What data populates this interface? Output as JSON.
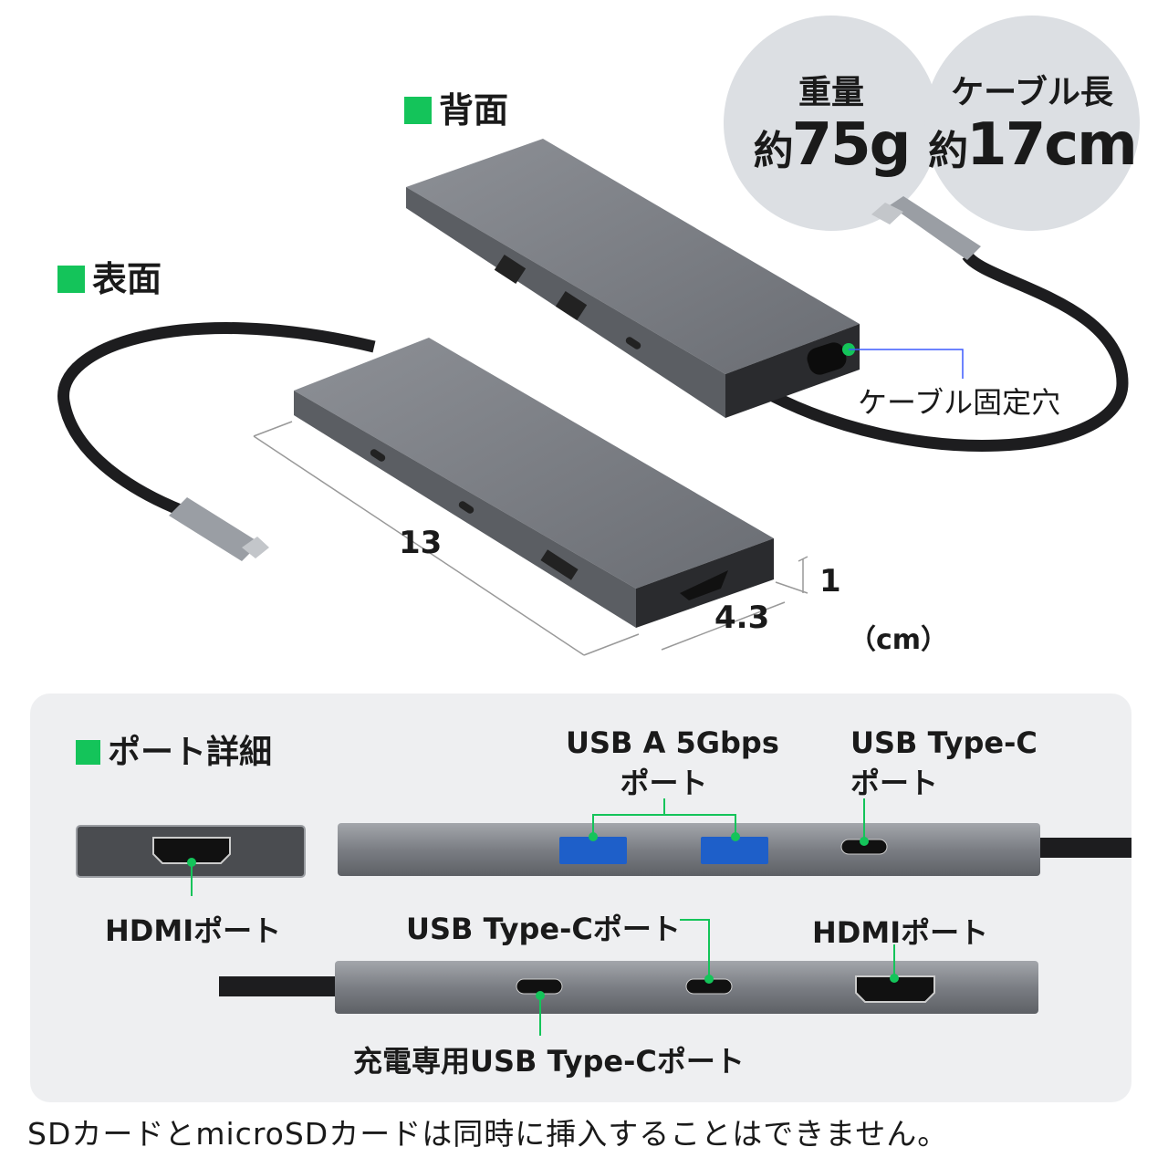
{
  "views": {
    "back_label": "背面",
    "front_label": "表面"
  },
  "specs": {
    "weight": {
      "label": "重量",
      "prefix": "約",
      "value": "75g"
    },
    "cable": {
      "label": "ケーブル長",
      "prefix": "約",
      "value": "17cm"
    }
  },
  "callouts": {
    "cable_lock_hole": "ケーブル固定穴"
  },
  "dimensions": {
    "length": "13",
    "height": "1",
    "width": "4.3",
    "unit": "（cm）"
  },
  "port_details": {
    "title": "ポート詳細",
    "usb_a": "USB A 5Gbps\nポート",
    "usb_a_line1": "USB A 5Gbps",
    "usb_a_line2": "ポート",
    "usb_c_top_line1": "USB Type-C",
    "usb_c_top_line2": "ポート",
    "hdmi_left": "HDMIポート",
    "usb_c_bottom": "USB Type-Cポート",
    "hdmi_right": "HDMIポート",
    "charge_usb_c": "充電専用USB Type-Cポート"
  },
  "note": "SDカードとmicroSDカードは同時に挿入することはできません。",
  "colors": {
    "accent": "#14c45a",
    "callout_line_blue": "#3d5afe",
    "panel": "#eeeff1",
    "circle": "#dcdfe3"
  }
}
